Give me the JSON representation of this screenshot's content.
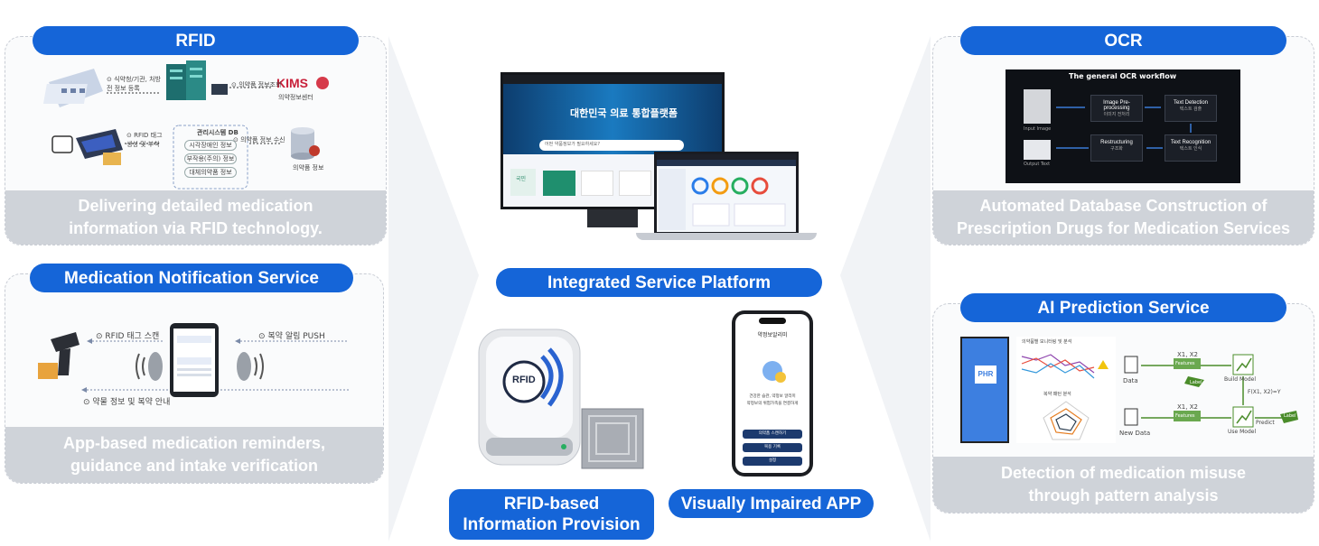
{
  "rfid": {
    "title": "RFID",
    "caption_line1": "Delivering detailed medication",
    "caption_line2": "information via RFID technology.",
    "kims": "KIMS",
    "kims_sub": "의약정보센터",
    "label_register": "⊙ 식약청/기관, 처방전 정보 등록",
    "label_query": "⊙ 의약품 정보조회",
    "label_tag": "⊙ RFID 태그 생성 및 부착",
    "label_receive": "⊙ 의약품 정보 수신",
    "db_title": "관리시스템 DB",
    "db_items": [
      "시각장애인 정보",
      "부작용(주의) 정보",
      "대체의약품 정보"
    ],
    "db_store": "의약품 정보"
  },
  "notification": {
    "title": "Medication Notification Service",
    "caption_line1": "App-based medication reminders,",
    "caption_line2": "guidance and intake verification",
    "label_scan": "⊙ RFID 태그 스캔",
    "label_push": "⊙ 복약 알림 PUSH",
    "label_guide": "⊙ 약물 정보 및 복약 안내"
  },
  "ocr": {
    "title": "OCR",
    "caption_line1": "Automated Database Construction of",
    "caption_line2": "Prescription Drugs for Medication Services",
    "workflow_title": "The general OCR workflow",
    "input_label": "Input Image",
    "output_label": "Output Text",
    "boxes": [
      "Image Pre-processing",
      "Text Detection",
      "Restructuring",
      "Text Recognition"
    ],
    "box_subs": [
      "이미지 전처리",
      "텍스트 검출",
      "구조화",
      "텍스트 인식"
    ]
  },
  "ai": {
    "title": "AI Prediction Service",
    "caption_line1": "Detection of medication misuse",
    "caption_line2": "through pattern analysis",
    "app_label": "PHR",
    "chart_label1": "의약품별 모니터링 및 분석",
    "chart_label2": "복약 패턴 분석",
    "data_label": "Data",
    "new_data_label": "New Data",
    "x_label": "X1, X2",
    "features": "Features",
    "label_tag": "Label",
    "build_model": "Build Model",
    "use_model": "Use Model",
    "predict": "Predict",
    "formula": "F(X1, X2)=Y"
  },
  "center": {
    "platform_title": "Integrated Service Platform",
    "monitor_heading": "대한민국 의료 통합플랫폼",
    "monitor_search": "어떤 약품정보가 필요하세요?",
    "monitor_badge": "국민",
    "rfid_info_title": "RFID-based Information Provision",
    "rfid_chip": "RFID",
    "impaired_title": "Visually Impaired APP",
    "phone_header": "약정보알리미",
    "phone_text1": "건강한 습관, 약정보 알리미",
    "phone_text2": "약정보의 위험가족을 연결하게",
    "phone_buttons": [
      "의약품 스캔하기",
      "복용 기록",
      "설정"
    ]
  },
  "colors": {
    "accent": "#1565d8",
    "caption_bg": "#cfd3d9",
    "panel_border": "#c8ccd4"
  }
}
